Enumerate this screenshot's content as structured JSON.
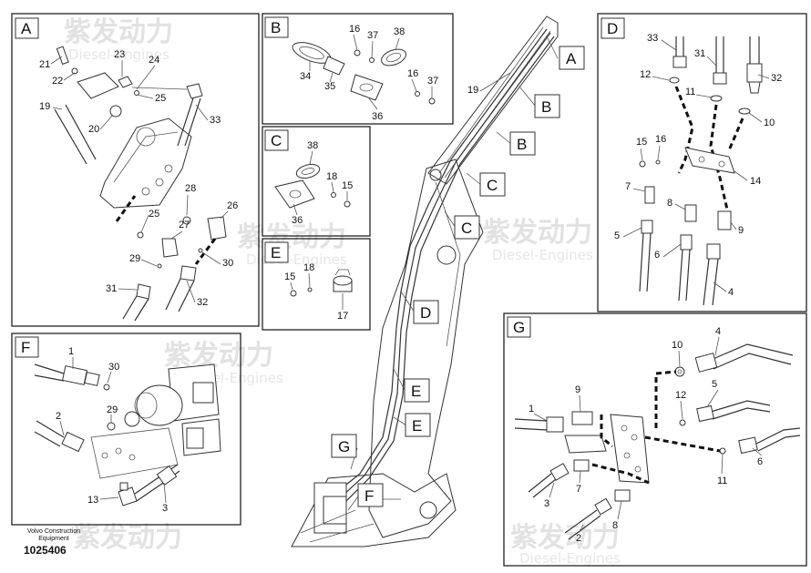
{
  "watermark": {
    "cn": "紫发动力",
    "en": "Diesel-Engines"
  },
  "footer": {
    "company": "Volvo Construction Equipment",
    "doc_number": "1025406"
  },
  "panels": {
    "A": {
      "label": "A",
      "parts": [
        "21",
        "22",
        "23",
        "24",
        "25",
        "19",
        "20",
        "33",
        "28",
        "25",
        "26",
        "27",
        "29",
        "30",
        "31",
        "32"
      ]
    },
    "B": {
      "label": "B",
      "parts": [
        "16",
        "37",
        "38",
        "34",
        "35",
        "16",
        "37",
        "36"
      ]
    },
    "C": {
      "label": "C",
      "parts": [
        "38",
        "18",
        "15",
        "36"
      ]
    },
    "D": {
      "label": "D",
      "parts": [
        "33",
        "31",
        "32",
        "12",
        "11",
        "10",
        "15",
        "16",
        "14",
        "7",
        "8",
        "9",
        "5",
        "6",
        "4"
      ]
    },
    "E": {
      "label": "E",
      "parts": [
        "15",
        "18",
        "17"
      ]
    },
    "F": {
      "label": "F",
      "parts": [
        "1",
        "30",
        "2",
        "29",
        "13",
        "3"
      ]
    },
    "G": {
      "label": "G",
      "parts": [
        "4",
        "10",
        "1",
        "9",
        "12",
        "5",
        "6",
        "11",
        "3",
        "7",
        "2",
        "8"
      ]
    }
  },
  "main_callouts": [
    "A",
    "B",
    "B",
    "C",
    "C",
    "D",
    "E",
    "E",
    "G",
    "F",
    "19"
  ]
}
